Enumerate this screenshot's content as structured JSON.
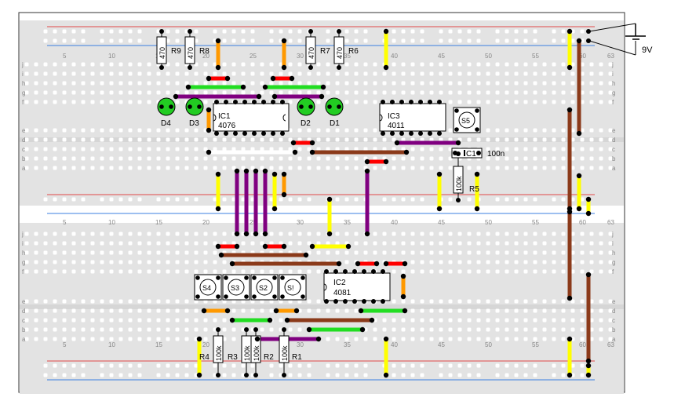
{
  "column_numbers": [
    "5",
    "10",
    "15",
    "20",
    "25",
    "30",
    "35",
    "40",
    "45",
    "50",
    "55",
    "60",
    "63"
  ],
  "row_letters_top": [
    "j",
    "i",
    "h",
    "g",
    "f"
  ],
  "row_letters_bottom": [
    "e",
    "d",
    "c",
    "b",
    "a"
  ],
  "battery": {
    "label": "9V"
  },
  "chips": [
    {
      "ref": "IC1",
      "part": "4076"
    },
    {
      "ref": "IC3",
      "part": "4011"
    },
    {
      "ref": "IC2",
      "part": "4081"
    }
  ],
  "resistors": [
    {
      "ref": "R9",
      "value": "470"
    },
    {
      "ref": "R8",
      "value": "470"
    },
    {
      "ref": "R7",
      "value": "470"
    },
    {
      "ref": "R6",
      "value": "470"
    },
    {
      "ref": "R5",
      "value": "100k"
    },
    {
      "ref": "R4",
      "value": "100k"
    },
    {
      "ref": "R3",
      "value": "100k"
    },
    {
      "ref": "R2",
      "value": "100k"
    },
    {
      "ref": "R1",
      "value": "100k"
    }
  ],
  "leds": [
    "D4",
    "D3",
    "D2",
    "D1"
  ],
  "switches": [
    "S4",
    "S3",
    "S2",
    "S!",
    "S5"
  ],
  "capacitor": {
    "ref": "C1",
    "value": "100n"
  },
  "colors": {
    "board": "#e3e3e3",
    "hole": "#ffffff",
    "rail_red": "#e04848",
    "rail_blue": "#3b7fe0",
    "wire_yellow": "#ffff00",
    "wire_orange": "#ff9900",
    "wire_red": "#ff0000",
    "wire_green": "#22dd22",
    "wire_purple": "#800080",
    "wire_brown": "#8b3a1a",
    "wire_white": "#ffffff",
    "led_green": "#22cc22"
  }
}
